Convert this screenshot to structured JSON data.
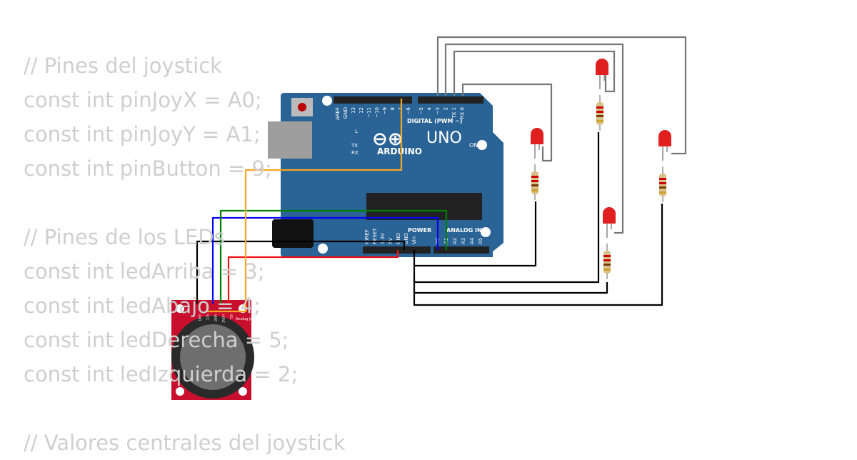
{
  "code_lines": [
    "// Pines del joystick",
    "const int pinJoyX = A0;",
    "const int pinJoyY = A1;",
    "const int pinButton = 9;",
    "",
    "// Pines de los LEDs",
    "const int ledArriba = 3;",
    "const int ledAbajo = 4;",
    "const int ledDerecha = 5;",
    "const int ledIzquierda = 2;",
    "",
    "// Valores centrales del joystick"
  ],
  "arduino": {
    "brand": "ARDUINO",
    "model": "UNO",
    "digital_label": "DIGITAL (PWM ~)",
    "power_label": "POWER",
    "analog_label": "ANALOG IN",
    "on_label": "ON",
    "led_labels": [
      "L",
      "TX",
      "RX"
    ],
    "top_pins": [
      "AREF",
      "GND",
      "13",
      "12",
      "~11",
      "~10",
      "~9",
      "8",
      "7",
      "~6",
      "~5",
      "4",
      "~3",
      "2",
      "TX 1",
      "RX 0"
    ],
    "power_pins": [
      "IOREF",
      "RESET",
      "3.3V",
      "5V",
      "GND",
      "GND",
      "Vin"
    ],
    "analog_pins": [
      "A0",
      "A1",
      "A2",
      "A3",
      "A4",
      "A5"
    ]
  },
  "joystick": {
    "label": "Analog Joystick",
    "pins": [
      "GND",
      "VCC",
      "VERT",
      "HORZ",
      "SEL"
    ]
  },
  "colors": {
    "board": "#2a6496",
    "joystick_pcb": "#c8102e",
    "led": "#e02020",
    "wire_gray": "#777777",
    "wire_black": "#000000",
    "wire_blue": "#0000ee",
    "wire_green": "#008000",
    "wire_red": "#ee1111",
    "wire_orange": "#f5a623",
    "code_text": "#cfcfcf"
  }
}
